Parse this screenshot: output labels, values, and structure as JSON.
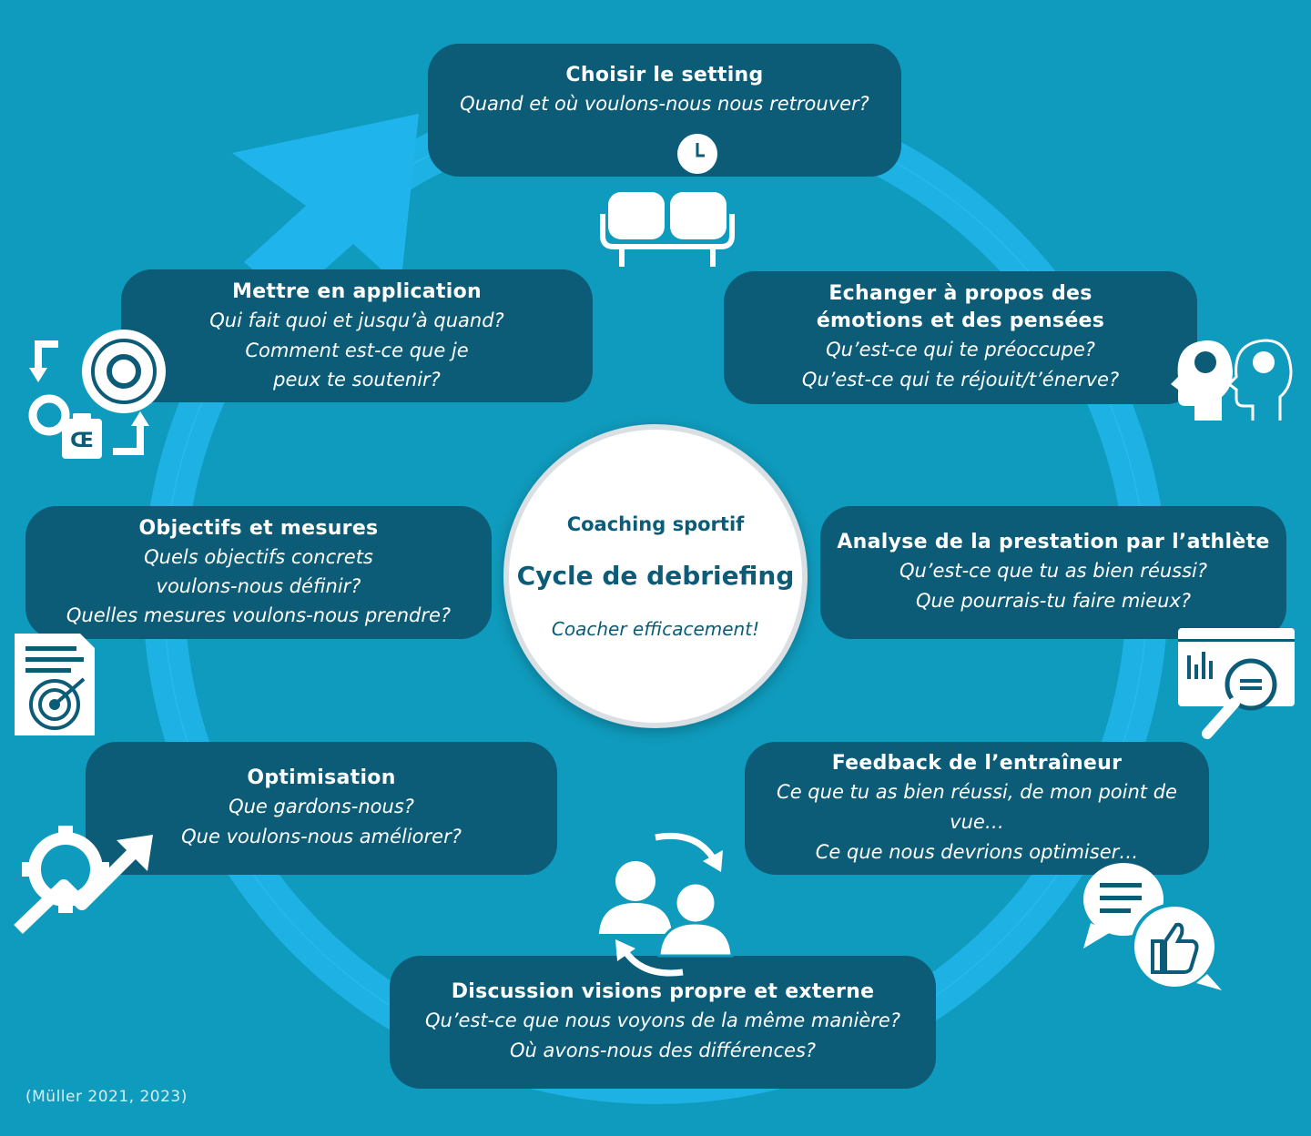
{
  "center": {
    "subtitle_top": "Coaching sportif",
    "title": "Cycle de debriefing",
    "subtitle_bottom": "Coacher efficacement!"
  },
  "steps": [
    {
      "title": "Choisir le setting",
      "questions": [
        "Quand et où voulons-nous nous retrouver?"
      ],
      "icon": "clock-sofa-icon"
    },
    {
      "title": "Echanger à propos des émotions et des pensées",
      "questions": [
        "Qu’est-ce qui te préoccupe?",
        "Qu’est-ce qui te réjouit/t’énerve?"
      ],
      "icon": "head-brain-icon"
    },
    {
      "title": "Analyse de la prestation par l’athlète",
      "questions": [
        "Qu’est-ce que tu as bien réussi?",
        "Que pourrais-tu faire mieux?"
      ],
      "icon": "analysis-magnifier-icon"
    },
    {
      "title": "Feedback de l’entraîneur",
      "questions": [
        "Ce que tu as bien réussi, de mon point de vue…",
        "Ce que nous devrions optimiser…"
      ],
      "icon": "speech-thumbs-up-icon"
    },
    {
      "title": "Discussion visions propre et externe",
      "questions": [
        "Qu’est-ce que nous voyons de la même manière?",
        "Où avons-nous des différences?"
      ],
      "icon": "people-exchange-icon"
    },
    {
      "title": "Optimisation",
      "questions": [
        "Que gardons-nous?",
        "Que voulons-nous améliorer?"
      ],
      "icon": "gear-arrow-up-icon"
    },
    {
      "title": "Objectifs et mesures",
      "questions": [
        "Quels objectifs concrets voulons-nous définir?",
        "Quelles mesures voulons-nous prendre?"
      ],
      "icon": "document-target-icon"
    },
    {
      "title": "Mettre en application",
      "questions": [
        "Qui fait quoi et jusqu’à quand?",
        "Comment est-ce que je peux te soutenir?"
      ],
      "icon": "process-gears-icon",
      "badge": "Œ"
    }
  ],
  "credit": "(Müller 2021, 2023)",
  "colors": {
    "background": "#0f9bbd",
    "box": "#0c5c78",
    "ring": "#1fb5e8",
    "center_text": "#0c5c78"
  }
}
